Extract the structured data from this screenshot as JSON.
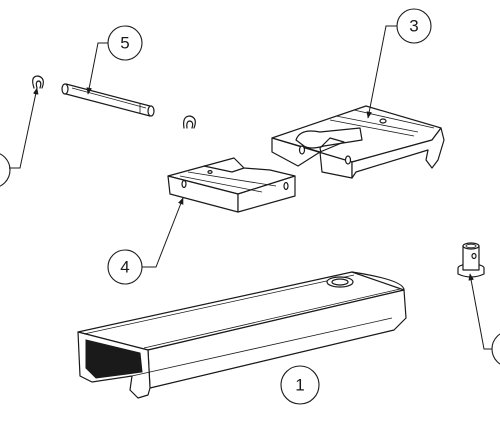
{
  "callouts": {
    "c1": "1",
    "c3": "3",
    "c4": "4",
    "c5": "5"
  },
  "colors": {
    "line": "#1a1a1a",
    "background": "#ffffff"
  }
}
